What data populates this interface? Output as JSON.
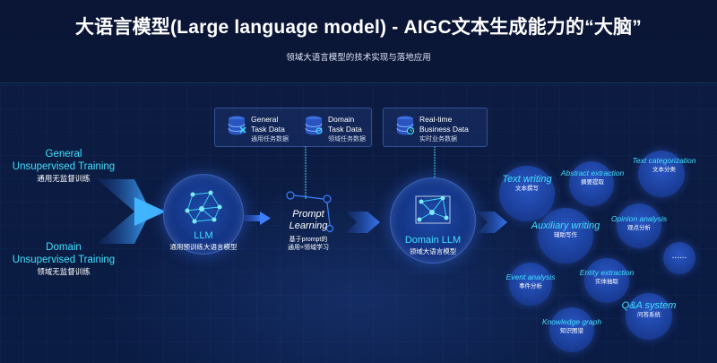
{
  "header": {
    "title": "大语言模型(Large language model) - AIGC文本生成能力的“大脑”",
    "subtitle": "领域大语言模型的技术实现与落地应用"
  },
  "inputs": [
    {
      "en_line1": "General",
      "en_line2": "Unsupervised Training",
      "cn": "通用无监督训练"
    },
    {
      "en_line1": "Domain",
      "en_line2": "Unsupervised Training",
      "cn": "领域无监督训练"
    }
  ],
  "data_sources": {
    "general_task": {
      "en_line1": "General",
      "en_line2": "Task Data",
      "cn": "通用任务数据"
    },
    "domain_task": {
      "en_line1": "Domain",
      "en_line2": "Task Data",
      "cn": "领域任务数据"
    },
    "business": {
      "en_line1": "Real-time",
      "en_line2": "Business Data",
      "cn": "实时业务数据"
    }
  },
  "llm": {
    "en": "LLM",
    "cn": "通用预训练大语言模型"
  },
  "prompt": {
    "en_line1": "Prompt",
    "en_line2": "Learning",
    "cn_line1": "基于prompt的",
    "cn_line2": "通用+领域学习"
  },
  "domain_llm": {
    "en": "Domain LLM",
    "cn": "领域大语言模型"
  },
  "capabilities": [
    {
      "en": "Text writing",
      "cn": "文本撰写"
    },
    {
      "en": "Abstract extraction",
      "cn": "摘要提取"
    },
    {
      "en": "Text categorization",
      "cn": "文本分类"
    },
    {
      "en": "Auxiliary writing",
      "cn": "辅助写作"
    },
    {
      "en": "Opinion analysis",
      "cn": "观点分析"
    },
    {
      "en": "Event analysis",
      "cn": "事件分析"
    },
    {
      "en": "Entity extraction",
      "cn": "实体抽取"
    },
    {
      "en": "Q&A system",
      "cn": "问答系统"
    },
    {
      "en": "Knowledge graph",
      "cn": "知识图谱"
    }
  ],
  "more": "......",
  "colors": {
    "accent": "#40e0ff",
    "background": "#07122e",
    "bubble": "#1b3f9a"
  }
}
